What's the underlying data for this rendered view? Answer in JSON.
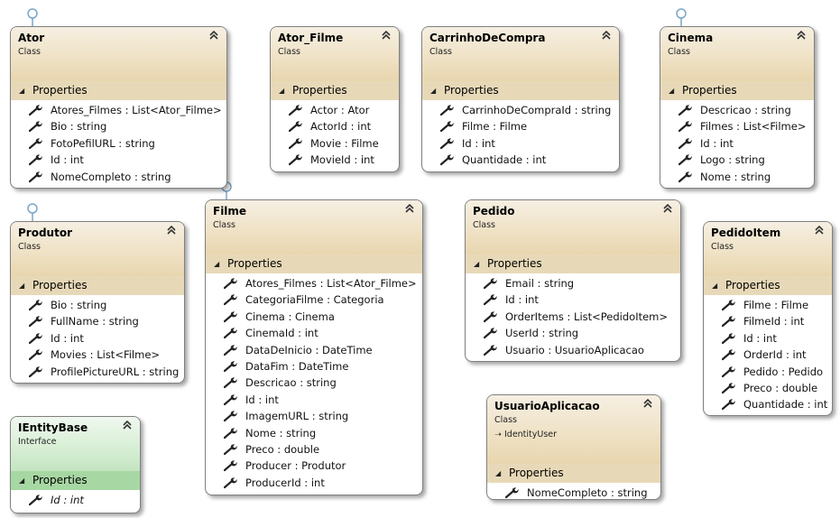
{
  "colors": {
    "class_header": "#efe2c6",
    "class_section": "#e7d9b8",
    "interface_header": "#d8efd6",
    "interface_section": "#a7d7a3",
    "border": "#808080"
  },
  "icons": {
    "collapse": "double-chevron-up-icon",
    "property": "wrench-icon",
    "section_toggle": "triangle-down-icon",
    "interface": "lollipop-icon"
  },
  "section_label": "Properties",
  "boxes": {
    "ator": {
      "name": "Ator",
      "kind": "Class",
      "properties": [
        "Atores_Filmes : List<Ator_Filme>",
        "Bio : string",
        "FotoPefilURL : string",
        "Id : int",
        "NomeCompleto : string"
      ]
    },
    "ator_filme": {
      "name": "Ator_Filme",
      "kind": "Class",
      "properties": [
        "Actor : Ator",
        "ActorId : int",
        "Movie : Filme",
        "MovieId : int"
      ]
    },
    "carrinho": {
      "name": "CarrinhoDeCompra",
      "kind": "Class",
      "properties": [
        "CarrinhoDeCompraId : string",
        "Filme : Filme",
        "Id : int",
        "Quantidade : int"
      ]
    },
    "cinema": {
      "name": "Cinema",
      "kind": "Class",
      "properties": [
        "Descricao : string",
        "Filmes : List<Filme>",
        "Id : int",
        "Logo : string",
        "Nome : string"
      ]
    },
    "produtor": {
      "name": "Produtor",
      "kind": "Class",
      "properties": [
        "Bio : string",
        "FullName : string",
        "Id : int",
        "Movies : List<Filme>",
        "ProfilePictureURL : string"
      ]
    },
    "filme": {
      "name": "Filme",
      "kind": "Class",
      "properties": [
        "Atores_Filmes : List<Ator_Filme>",
        "CategoriaFilme : Categoria",
        "Cinema : Cinema",
        "CinemaId : int",
        "DataDeInicio : DateTime",
        "DataFim : DateTime",
        "Descricao : string",
        "Id : int",
        "ImagemURL : string",
        "Nome : string",
        "Preco : double",
        "Producer : Produtor",
        "ProducerId : int"
      ]
    },
    "pedido": {
      "name": "Pedido",
      "kind": "Class",
      "properties": [
        "Email : string",
        "Id : int",
        "OrderItems : List<PedidoItem>",
        "UserId : string",
        "Usuario : UsuarioAplicacao"
      ]
    },
    "pedidoitem": {
      "name": "PedidoItem",
      "kind": "Class",
      "properties": [
        "Filme : Filme",
        "FilmeId : int",
        "Id : int",
        "OrderId : int",
        "Pedido : Pedido",
        "Preco : double",
        "Quantidade : int"
      ]
    },
    "ientitybase": {
      "name": "IEntityBase",
      "kind": "Interface",
      "properties": [
        "Id : int"
      ]
    },
    "usuario": {
      "name": "UsuarioAplicacao",
      "kind": "Class",
      "inherits": "IdentityUser",
      "properties": [
        "NomeCompleto : string"
      ]
    }
  }
}
